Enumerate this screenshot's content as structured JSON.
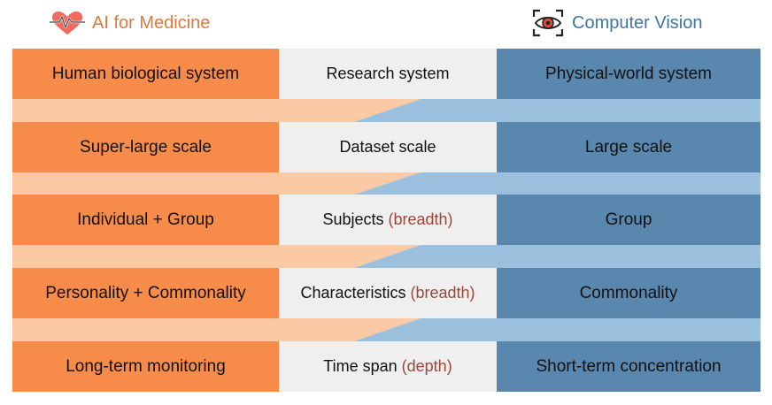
{
  "header": {
    "left_title": "AI for Medicine",
    "left_icon": "heart-pulse-icon",
    "right_title": "Computer Vision",
    "right_icon": "eye-scan-icon"
  },
  "colors": {
    "medicine": "#f78c4a",
    "medicine_light": "#fbc9a3",
    "vision": "#5a87ad",
    "vision_light": "#9bc0de",
    "middle": "#efefef",
    "qualifier": "#9c463a"
  },
  "rows": [
    {
      "left": "Human biological system",
      "middle": "Research system",
      "qualifier": "",
      "right": "Physical-world system"
    },
    {
      "left": "Super-large scale",
      "middle": "Dataset scale",
      "qualifier": "",
      "right": "Large scale"
    },
    {
      "left": "Individual + Group",
      "middle": "Subjects",
      "qualifier": "(breadth)",
      "right": "Group"
    },
    {
      "left": "Personality + Commonality",
      "middle": "Characteristics",
      "qualifier": "(breadth)",
      "right": "Commonality"
    },
    {
      "left": "Long-term monitoring",
      "middle": "Time span",
      "qualifier": "(depth)",
      "right": "Short-term concentration"
    }
  ]
}
